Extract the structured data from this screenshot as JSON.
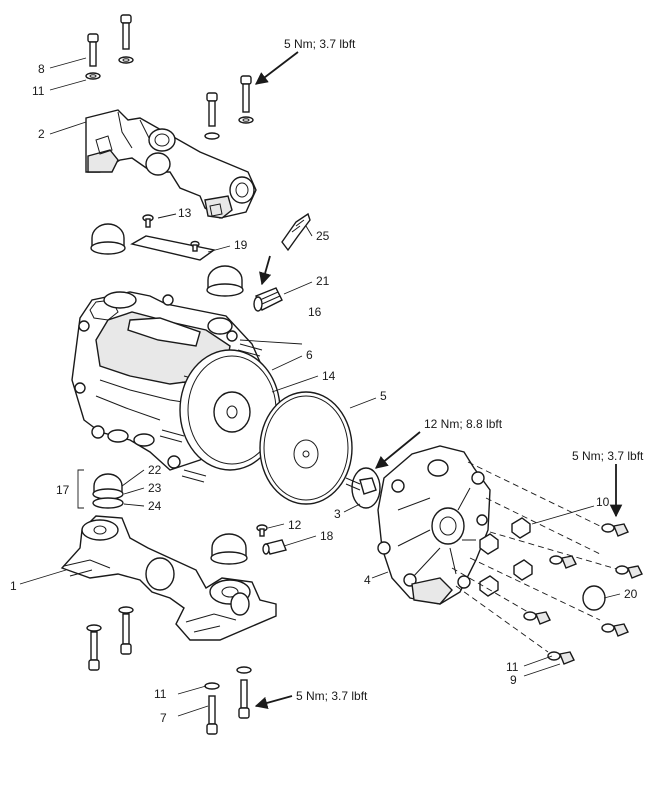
{
  "callouts": {
    "c1": "1",
    "c2": "2",
    "c3": "3",
    "c4": "4",
    "c5": "5",
    "c6": "6",
    "c7": "7",
    "c8": "8",
    "c9": "9",
    "c10": "10",
    "c11a": "11",
    "c11b": "11",
    "c11c": "11",
    "c12": "12",
    "c13": "13",
    "c14": "14",
    "c16": "16",
    "c17": "17",
    "c18": "18",
    "c19": "19",
    "c20": "20",
    "c21": "21",
    "c22": "22",
    "c23": "23",
    "c24": "24",
    "c25": "25"
  },
  "torques": {
    "top": "5 Nm; 3.7 lbft",
    "center": "12 Nm; 8.8 lbft",
    "right": "5 Nm; 3.7 lbft",
    "bottom": "5 Nm; 3.7 lbft"
  }
}
